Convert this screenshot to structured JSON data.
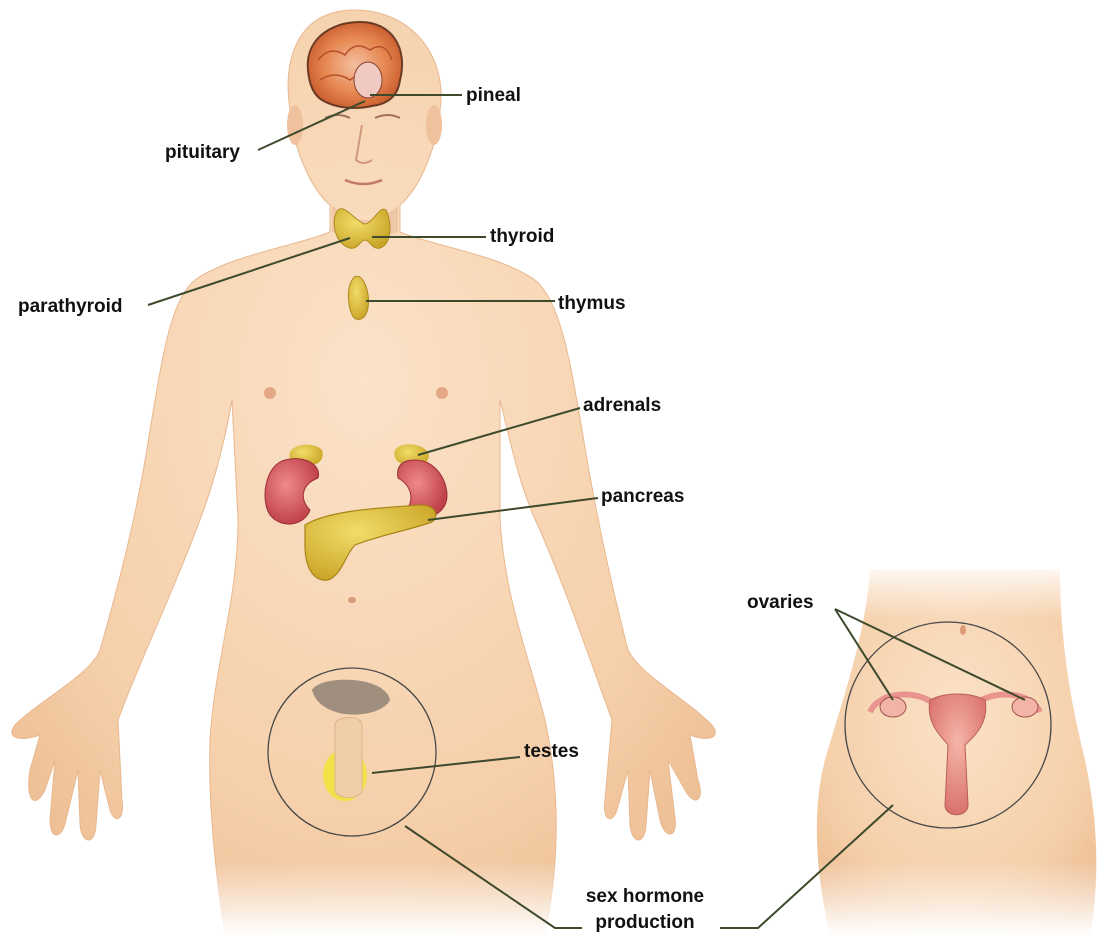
{
  "labels": {
    "pineal": "pineal",
    "pituitary": "pituitary",
    "thyroid": "thyroid",
    "parathyroid": "parathyroid",
    "thymus": "thymus",
    "adrenals": "adrenals",
    "pancreas": "pancreas",
    "testes": "testes",
    "ovaries": "ovaries",
    "sex_hormone_line1": "sex hormone",
    "sex_hormone_line2": "production"
  },
  "colors": {
    "background": "#ffffff",
    "skin": "#f7d3b0",
    "skin_shadow": "#e9b48c",
    "brain": "#e27b4a",
    "gland_yellow": "#e3c43a",
    "kidney": "#d8565c",
    "testes_yellow": "#f2e24a",
    "uterus": "#e9948e",
    "leader_line": "#3d4a2c",
    "label_text": "#111111"
  }
}
